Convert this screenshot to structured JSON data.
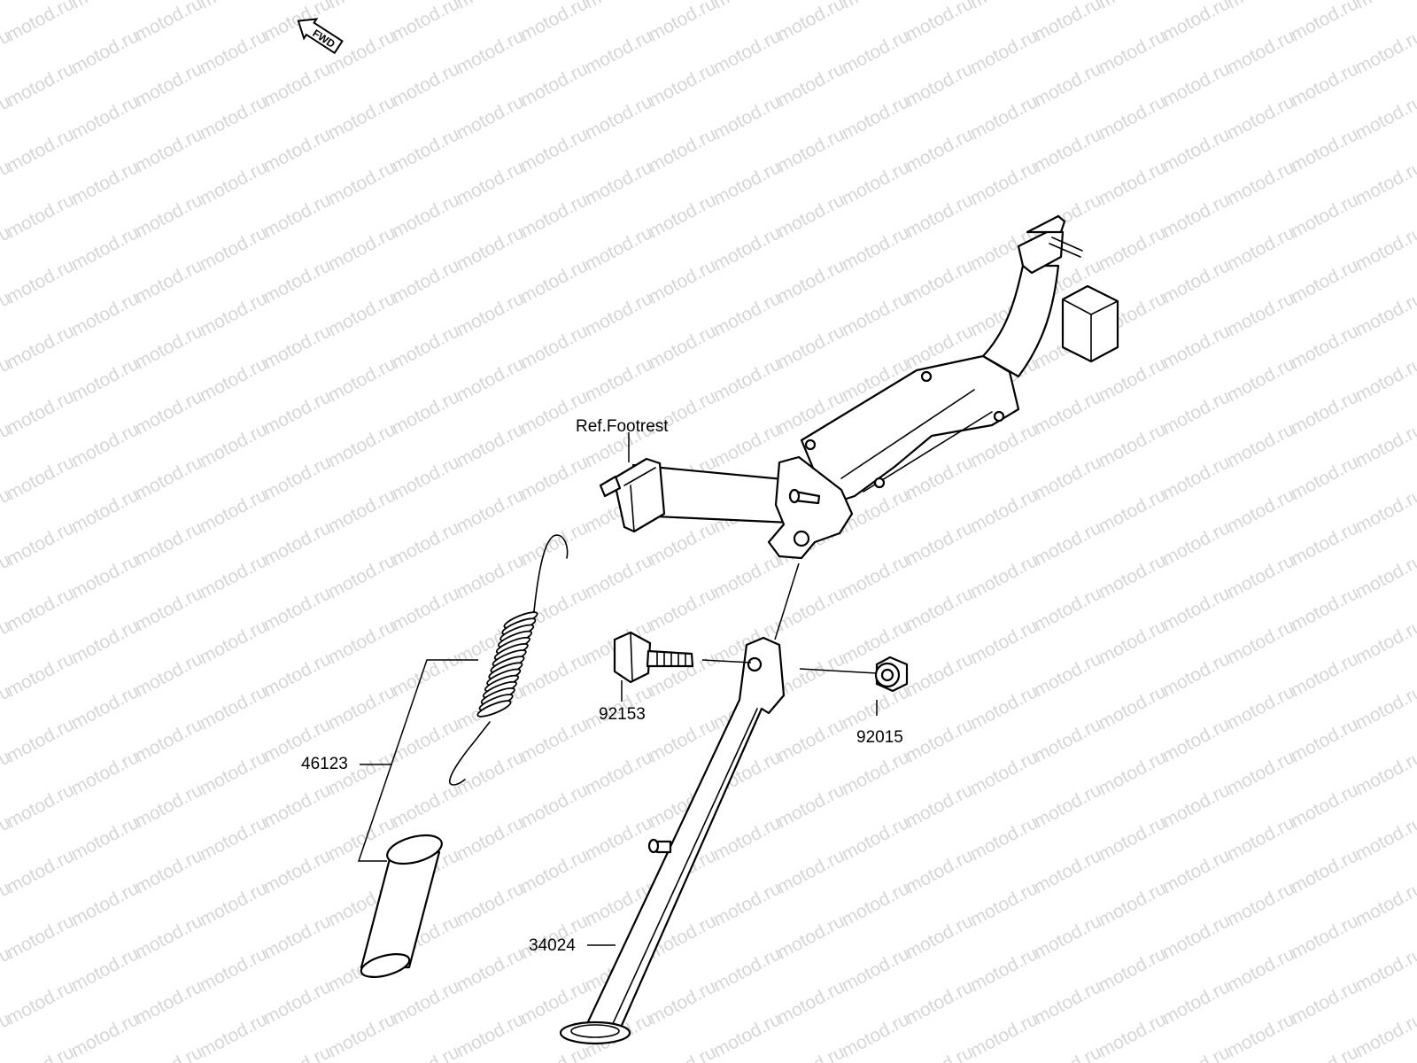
{
  "watermark": "motod.ru",
  "direction_marker": "FWD",
  "reference_label": "Ref.Footrest",
  "parts": [
    {
      "key": "spring",
      "number": "46123"
    },
    {
      "key": "bolt",
      "number": "92153"
    },
    {
      "key": "nut",
      "number": "92015"
    },
    {
      "key": "side-stand",
      "number": "34024"
    }
  ]
}
